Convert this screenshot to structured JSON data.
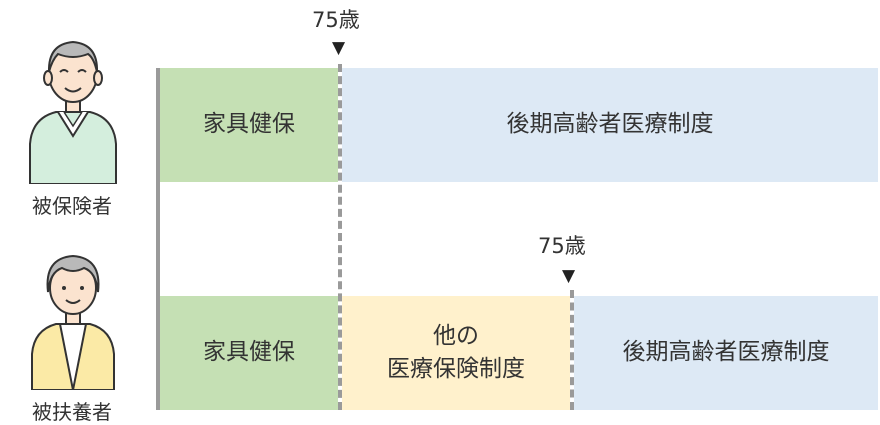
{
  "rows": [
    {
      "person_label": "被保険者",
      "age_label": "75歳",
      "segments": [
        {
          "label": "家具健保"
        },
        {
          "label": "後期高齢者医療制度"
        }
      ]
    },
    {
      "person_label": "被扶養者",
      "age_label": "75歳",
      "segments": [
        {
          "label": "家具健保"
        },
        {
          "label_line1": "他の",
          "label_line2": "医療保険制度"
        },
        {
          "label": "後期高齢者医療制度"
        }
      ]
    }
  ],
  "icons": {
    "marker": "▼"
  },
  "colors": {
    "green": "#c5e0b4",
    "blue": "#dde9f5",
    "yellow": "#fff1cc",
    "axis": "#9a9a9a"
  }
}
